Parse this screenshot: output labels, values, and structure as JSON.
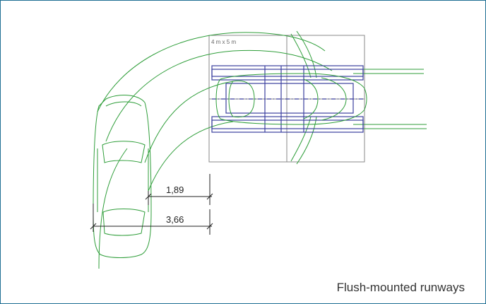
{
  "caption": "Flush-mounted runways",
  "grid_label": "4 m x 5 m",
  "dimensions": {
    "inner": "1,89",
    "outer": "3,66"
  },
  "colors": {
    "frame_border": "#1f6f93",
    "vehicle_line": "#2f9e3a",
    "runway_line": "#3b3f9e",
    "grid_line": "#8a8a8a",
    "dimension_line": "#222222"
  }
}
